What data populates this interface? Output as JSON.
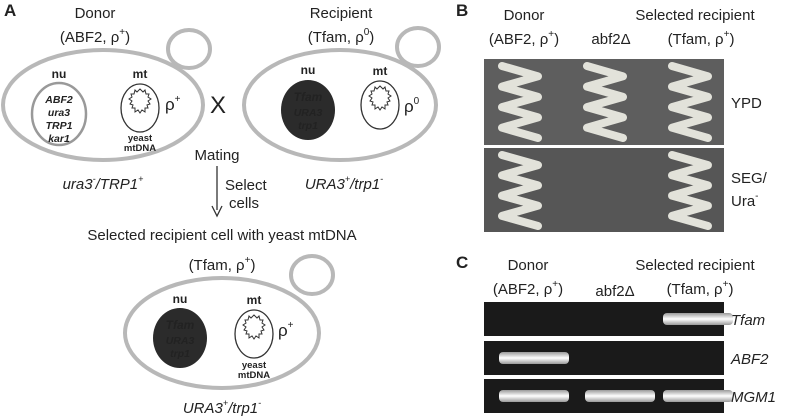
{
  "panel_a": {
    "label": "A",
    "donor": {
      "title": "Donor",
      "genotype_open": "(ABF2, ρ",
      "genotype_sup": "+",
      "genotype_close": ")",
      "nu": "nu",
      "nu_genes": [
        "ABF2",
        "ura3",
        "TRP1",
        "kar1"
      ],
      "mt": "mt",
      "rho": "ρ",
      "rho_sup": "+",
      "mtdna_1": "yeast",
      "mtdna_2": "mtDNA",
      "markers": {
        "a": "ura3",
        "a_sup": "-",
        "b": "/TRP1",
        "b_sup": "+"
      }
    },
    "cross": "X",
    "mating": "Mating",
    "select_1": "Select",
    "select_2": "cells",
    "recipient": {
      "title": "Recipient",
      "genotype_open": "(Tfam, ρ",
      "genotype_sup": "0",
      "genotype_close": ")",
      "nu": "nu",
      "nu_genes": [
        "Tfam",
        "URA3",
        "trp1"
      ],
      "mt": "mt",
      "rho": "ρ",
      "rho_sup": "0",
      "markers": {
        "a": "URA3",
        "a_sup": "+",
        "b": "/trp1",
        "b_sup": "-"
      }
    },
    "selected_caption": "Selected recipient cell with yeast mtDNA",
    "selected": {
      "genotype_open": "(Tfam, ρ",
      "genotype_sup": "+",
      "genotype_close": ")",
      "nu": "nu",
      "nu_genes": [
        "Tfam",
        "URA3",
        "trp1"
      ],
      "mt": "mt",
      "rho": "ρ",
      "rho_sup": "+",
      "mtdna_1": "yeast",
      "mtdna_2": "mtDNA",
      "markers": {
        "a": "URA3",
        "a_sup": "+",
        "b": "/trp1",
        "b_sup": "-"
      }
    }
  },
  "panel_b": {
    "label": "B",
    "col_donor_1": "Donor",
    "col_donor_2_open": "(ABF2, ρ",
    "col_donor_2_sup": "+",
    "col_donor_2_close": ")",
    "col_mid": "abf2Δ",
    "col_rec_1": "Selected recipient",
    "col_rec_2_open": "(Tfam, ρ",
    "col_rec_2_sup": "+",
    "col_rec_2_close": ")",
    "row1": "YPD",
    "row2a": "SEG/",
    "row2b": "Ura",
    "row2b_sup": "-",
    "growth": [
      [
        1,
        1,
        1
      ],
      [
        1,
        0,
        1
      ]
    ]
  },
  "panel_c": {
    "label": "C",
    "col_donor_1": "Donor",
    "col_donor_2_open": "(ABF2, ρ",
    "col_donor_2_sup": "+",
    "col_donor_2_close": ")",
    "col_mid": "abf2Δ",
    "col_rec_1": "Selected recipient",
    "col_rec_2_open": "(Tfam, ρ",
    "col_rec_2_sup": "+",
    "col_rec_2_close": ")",
    "rows": [
      "Tfam",
      "ABF2",
      "MGM1"
    ],
    "bands": [
      [
        0,
        0,
        1
      ],
      [
        1,
        0,
        0
      ],
      [
        1,
        1,
        1
      ]
    ]
  }
}
